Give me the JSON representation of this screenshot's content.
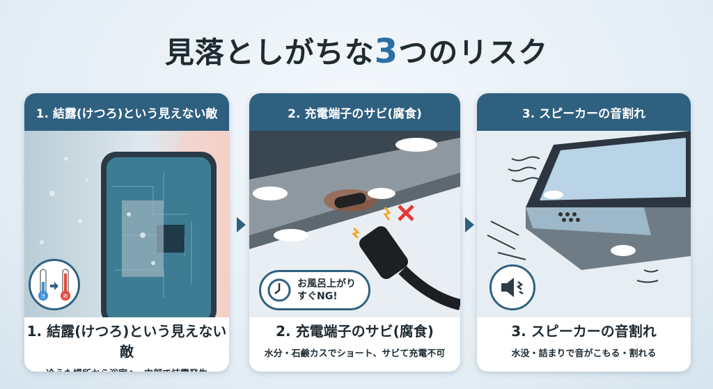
{
  "title": {
    "prefix": "見落としがちな",
    "number": "3",
    "suffix": "つのリスク"
  },
  "cards": [
    {
      "header": "1. 結露(けつろ)という見えない敵",
      "caption": "1. 結露(けつろ)という見えない敵",
      "subcaption": "冷えた場所から浴室へ→内部で結露発生",
      "icon": "thermometer-cold-to-hot-icon",
      "icon_labels": [
        "冷",
        "熱"
      ]
    },
    {
      "header": "2. 充電端子のサビ(腐食)",
      "caption": "2. 充電端子のサビ(腐食)",
      "subcaption": "水分・石鹸カスでショート、サビて充電不可",
      "icon": "clock-icon",
      "badge_line1": "お風呂上がり",
      "badge_line2": "すぐNG!"
    },
    {
      "header": "3. スピーカーの音割れ",
      "caption": "3. スピーカーの音割れ",
      "subcaption": "水没・詰まりで音がこもる・割れる",
      "icon": "speaker-distorted-icon"
    }
  ],
  "colors": {
    "header": "#2f607f",
    "accent": "#2b6fa3",
    "warning": "#e53935",
    "rust": "#a0522d"
  }
}
